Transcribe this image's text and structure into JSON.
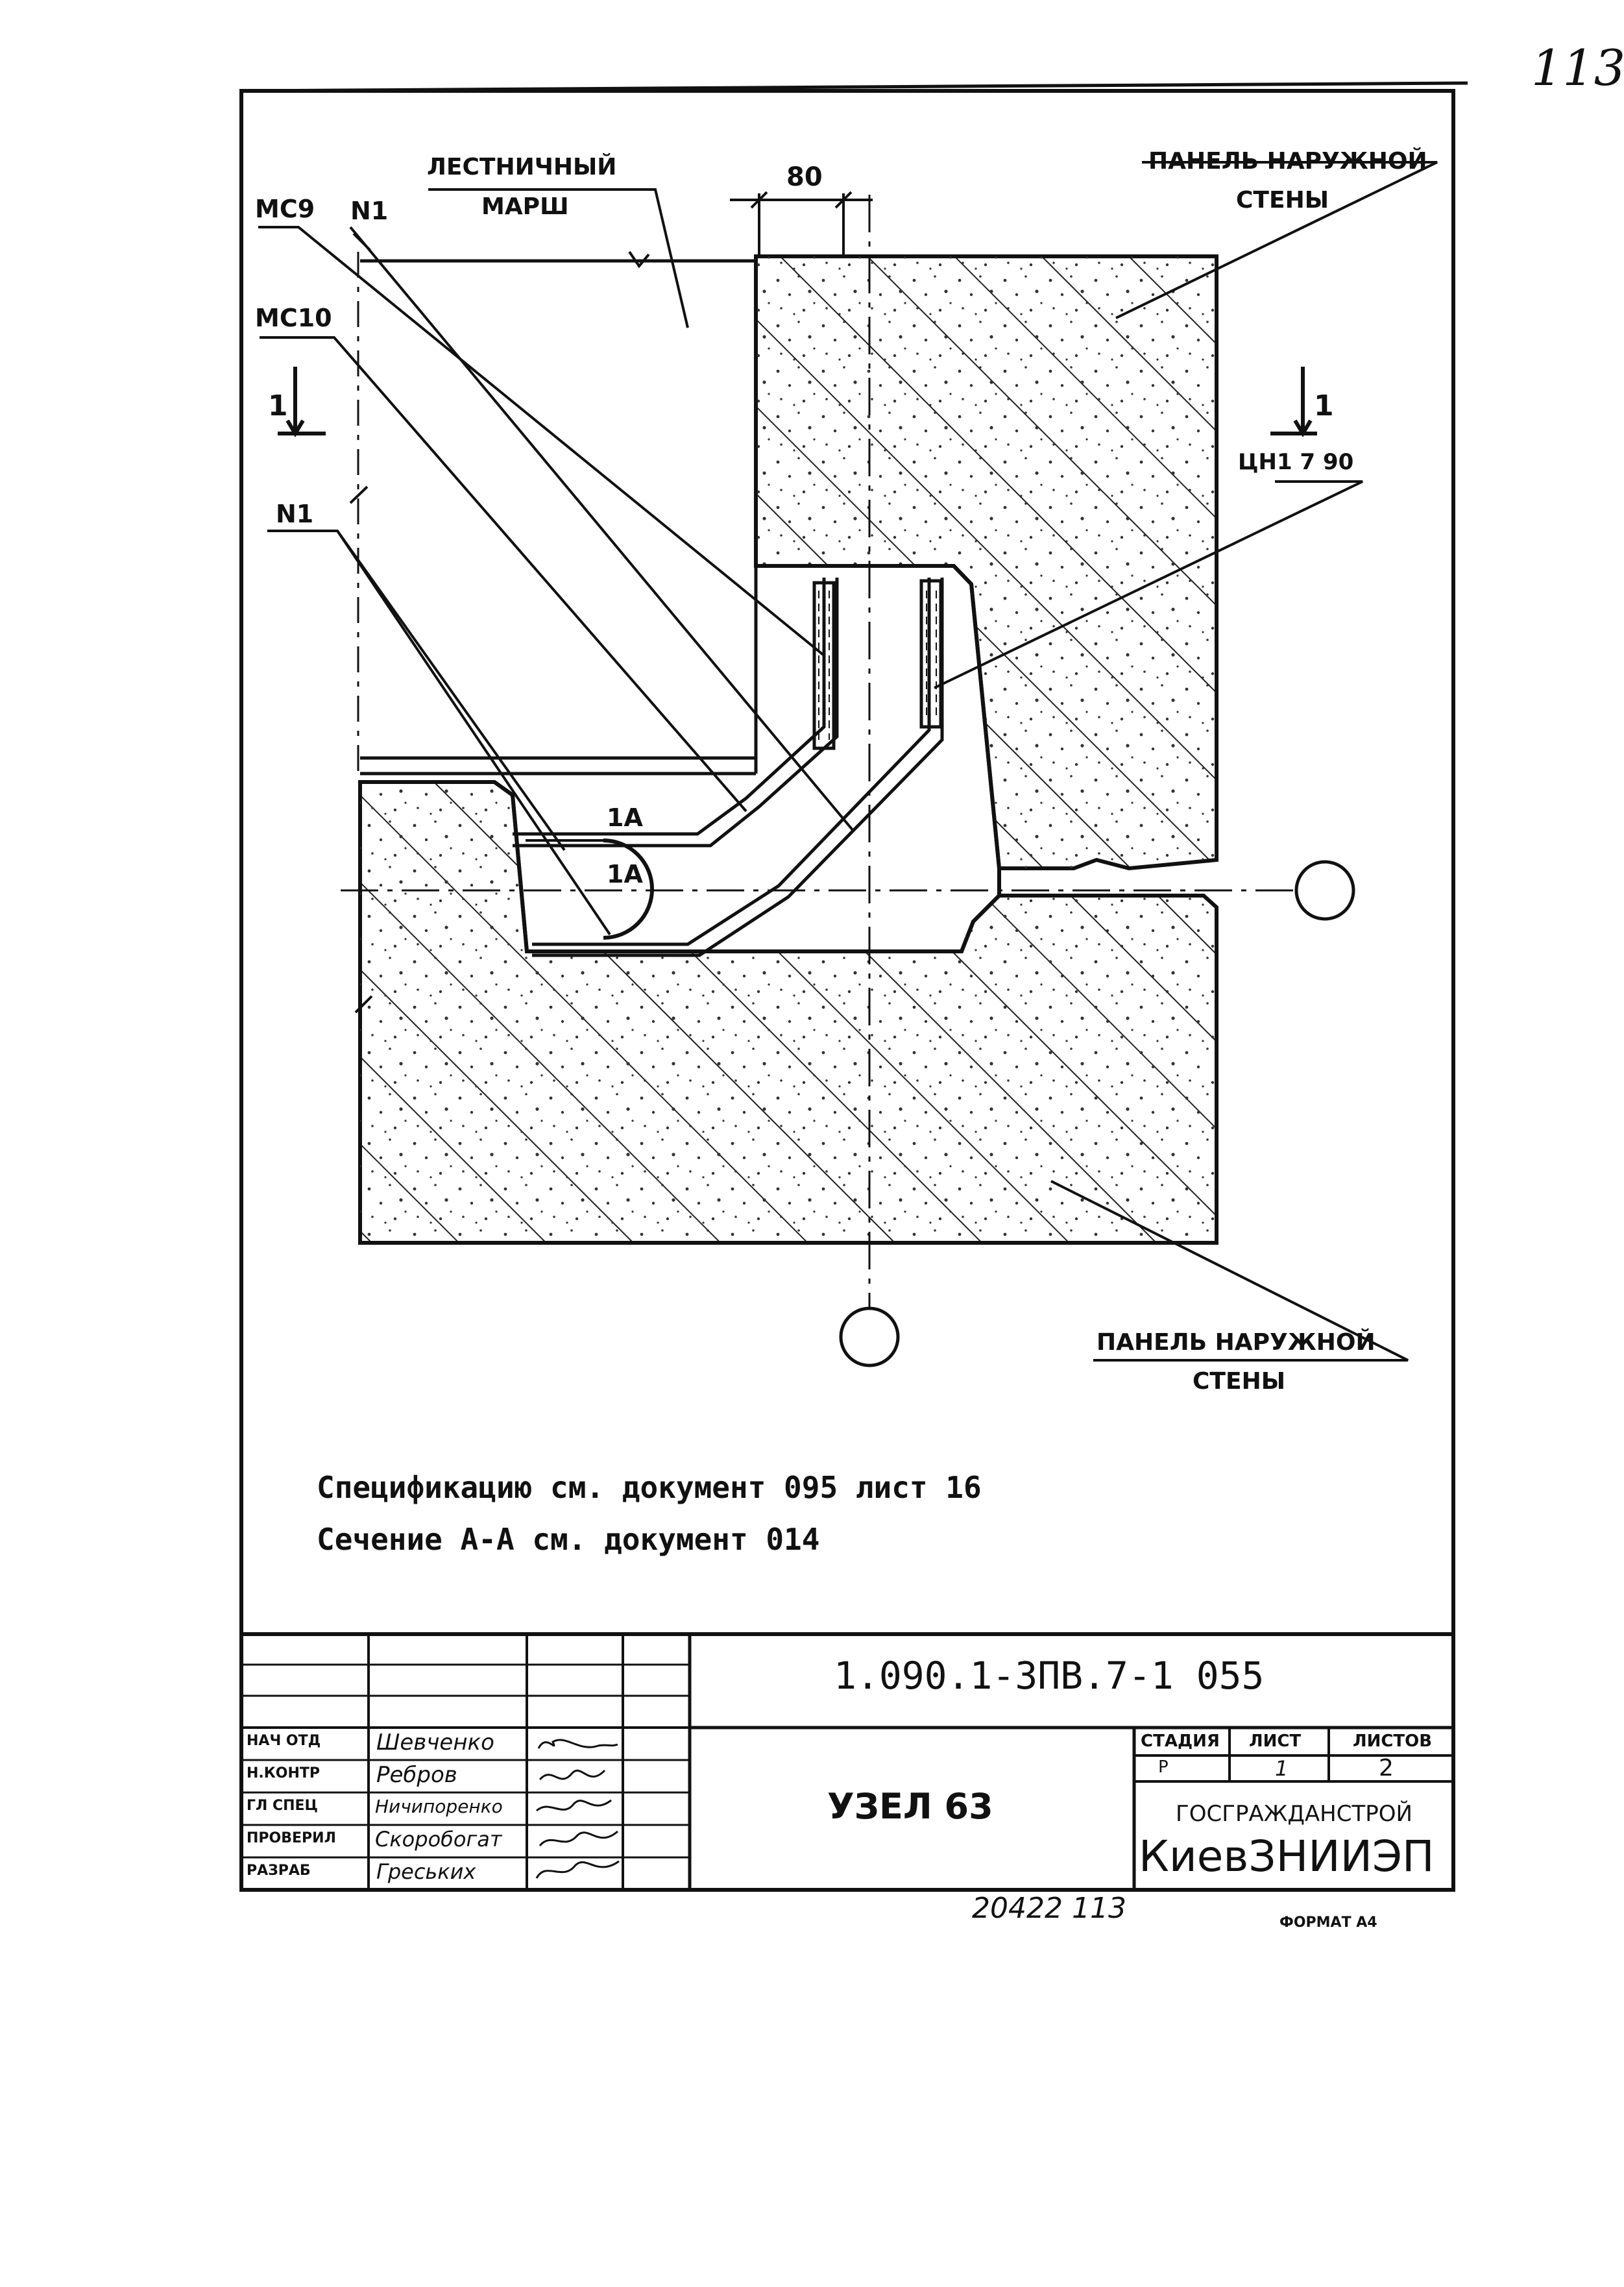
{
  "corner_number": "113",
  "labels": {
    "stair_flight_1": "ЛЕСТНИЧНЫЙ",
    "stair_flight_2": "МАРШ",
    "outer_panel_top_1": "ПАНЕЛЬ НАРУЖНОЙ",
    "outer_panel_top_2": "СТЕНЫ",
    "outer_panel_bottom_1": "ПАНЕЛЬ НАРУЖНОЙ",
    "outer_panel_bottom_2": "СТЕНЫ",
    "dim_80": "80",
    "mc9": "МС9",
    "n1_top": "N1",
    "mc10": "МС10",
    "n1_left": "N1",
    "section_left": "1",
    "section_right": "1",
    "rebar_ref": "ЦН1 7 90",
    "bar_1a_upper": "1А",
    "bar_1a_lower": "1А"
  },
  "notes": {
    "spec": "Спецификацию  см.  документ 095  лист 16",
    "section": "Сечение А-А см. документ 014"
  },
  "title_block": {
    "doc_code": "1.090.1-3ПВ.7-1  055",
    "title": "УЗЕЛ 63",
    "stage_header": "СТАДИЯ",
    "sheet_header": "ЛИСТ",
    "sheets_header": "ЛИСТОВ",
    "stage": "Р",
    "sheet": "1",
    "sheets": "2",
    "org_line1": "ГОСГРАЖДАНСТРОЙ",
    "org_line2": "КиевЗНИИЭП",
    "roles": [
      {
        "role": "НАЧ ОТД",
        "name": "Шевченко"
      },
      {
        "role": "Н.КОНТР",
        "name": "Ребров"
      },
      {
        "role": "ГЛ СПЕЦ",
        "name": "Ничипоренко"
      },
      {
        "role": "ПРОВЕРИЛ",
        "name": "Скоробогат"
      },
      {
        "role": "РАЗРАБ",
        "name": "Греських"
      }
    ]
  },
  "footer": {
    "inventory": "20422  113",
    "format": "ФОРМАТ А4"
  }
}
